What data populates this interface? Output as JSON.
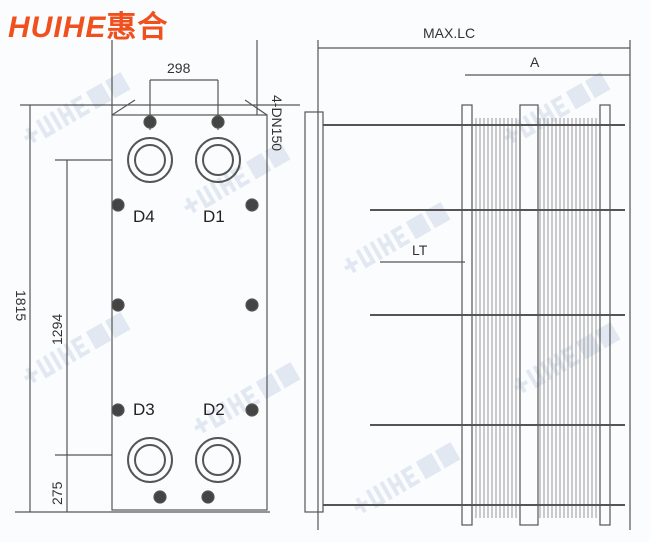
{
  "logo": {
    "brand": "HUIHE",
    "chinese": "惠合",
    "color": "#f0501e"
  },
  "watermark": "HUIHE惠合",
  "front_view": {
    "width_dim": "298",
    "connection": "4-DN150",
    "ports": [
      "D4",
      "D1",
      "D3",
      "D2"
    ],
    "height_dims": [
      "1815",
      "1294",
      "275"
    ]
  },
  "side_view": {
    "labels": [
      "MAX.LC",
      "A",
      "LT"
    ]
  },
  "colors": {
    "line": "#555555",
    "watermark": "#c8d6e6"
  }
}
